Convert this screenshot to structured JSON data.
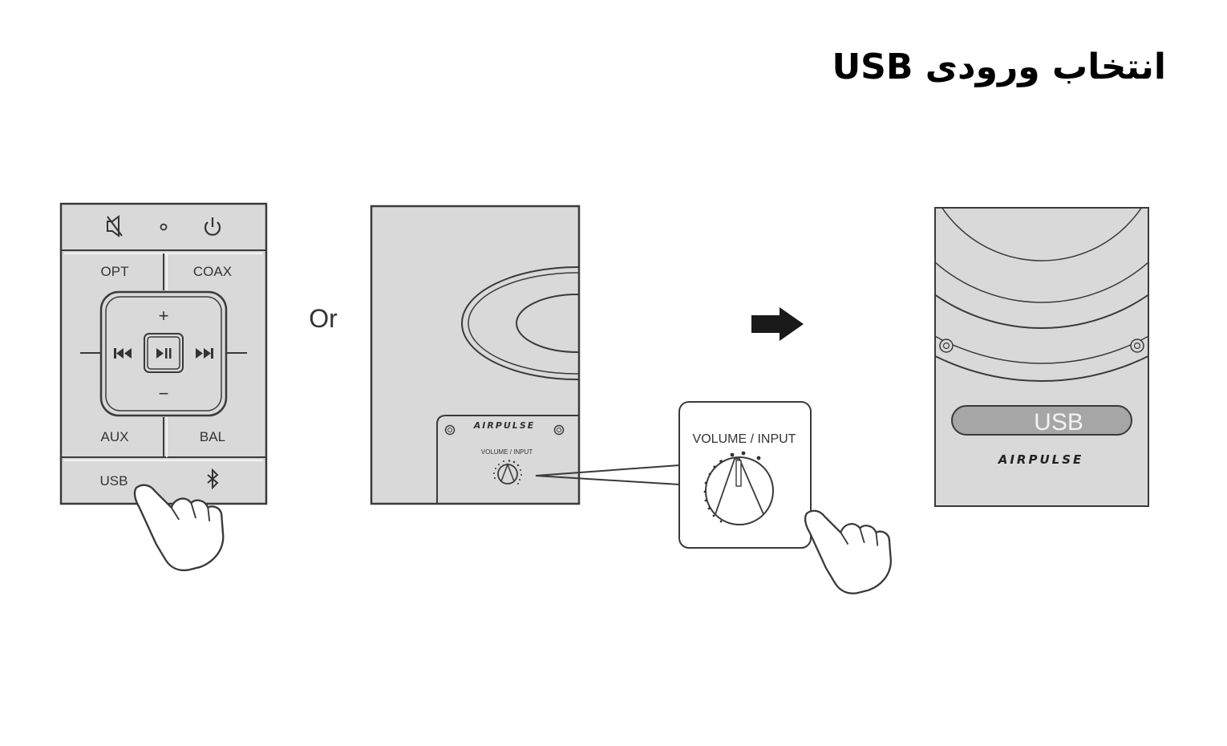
{
  "title": "انتخاب ورودی USB",
  "remote": {
    "buttons": {
      "opt": "OPT",
      "coax": "COAX",
      "aux": "AUX",
      "bal": "BAL",
      "usb": "USB",
      "plus": "+",
      "minus": "−"
    },
    "icons": [
      "mute-icon",
      "led-indicator",
      "power-icon",
      "prev-icon",
      "play-pause-icon",
      "next-icon",
      "bluetooth-icon"
    ]
  },
  "or_label": "Or",
  "speaker": {
    "brand": "AIRPULSE",
    "knob_label": "VOLUME / INPUT"
  },
  "callout": {
    "knob_label": "VOLUME / INPUT"
  },
  "result": {
    "display_text": "USB",
    "brand": "AIRPULSE"
  },
  "colors": {
    "panel_fill": "#d9d9d9",
    "stroke": "#3a3a3a",
    "display_fill": "#a6a6a6",
    "display_text": "#f2f2f2"
  }
}
